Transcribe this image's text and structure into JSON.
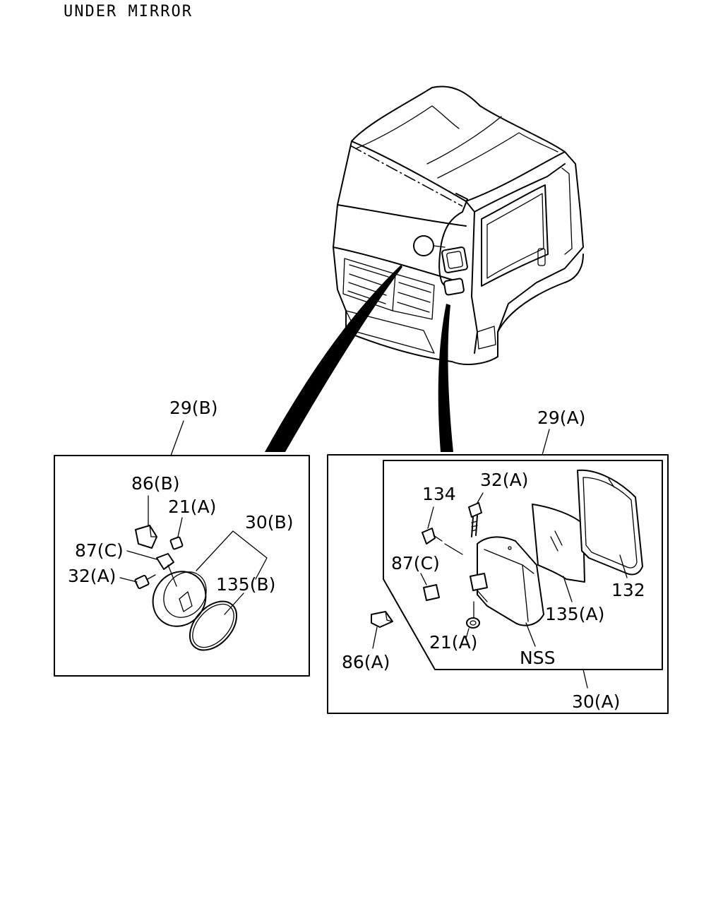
{
  "title": "UNDER MIRROR",
  "labels": {
    "l29b": "29(B)",
    "l29a": "29(A)",
    "l86b": "86(B)",
    "l21a_left": "21(A)",
    "l30b": "30(B)",
    "l87c_left": "87(C)",
    "l32a_left": "32(A)",
    "l135b": "135(B)",
    "l134": "134",
    "l32a_right": "32(A)",
    "l87c_right": "87(C)",
    "l132": "132",
    "l135a": "135(A)",
    "l86a": "86(A)",
    "l21a_right": "21(A)",
    "nss": "NSS",
    "l30a": "30(A)"
  }
}
